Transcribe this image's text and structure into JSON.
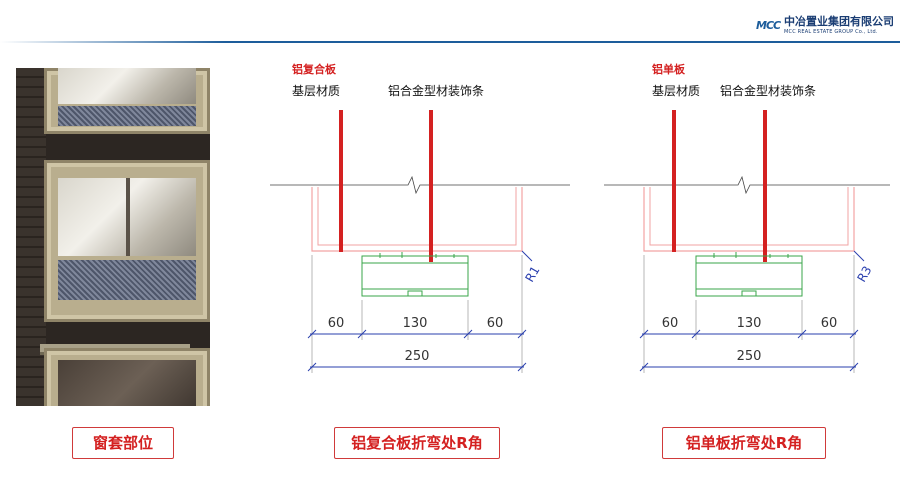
{
  "header": {
    "logo_mark": "MCC",
    "company_cn": "中冶置业集团有限公司",
    "company_en": "MCC REAL ESTATE GROUP Co., Ltd.",
    "accent_color": "#1d5d9b"
  },
  "photo": {
    "subject": "window-trim-photo"
  },
  "drawing_left": {
    "material_title": "铝复合板",
    "label_base": "基层材质",
    "label_trim": "铝合金型材装饰条",
    "radius_label": "R1",
    "dim_left": "60",
    "dim_mid": "130",
    "dim_right": "60",
    "dim_total": "250"
  },
  "drawing_right": {
    "material_title": "铝单板",
    "label_base": "基层材质",
    "label_trim": "铝合金型材装饰条",
    "radius_label": "R3",
    "dim_left": "60",
    "dim_mid": "130",
    "dim_right": "60",
    "dim_total": "250"
  },
  "captions": {
    "photo_caption": "窗套部位",
    "left_caption": "铝复合板折弯处R角",
    "right_caption": "铝单板折弯处R角"
  },
  "colors": {
    "red": "#d42121",
    "green": "#3aa64a",
    "blue": "#2a3fae",
    "pink": "#f2a3a3"
  }
}
